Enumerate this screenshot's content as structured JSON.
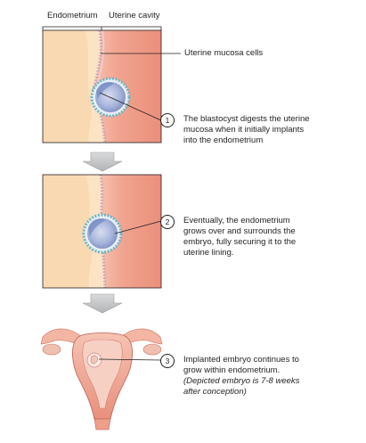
{
  "headers": {
    "endometrium": "Endometrium",
    "uterine_cavity": "Uterine cavity"
  },
  "labels": {
    "mucosa_cells": "Uterine mucosa cells",
    "step1": {
      "number": "1",
      "lines": [
        "The blastocyst digests the uterine",
        "mucosa when it initially implants",
        "into the endometrium"
      ]
    },
    "step2": {
      "number": "2",
      "lines": [
        "Eventually, the endometrium",
        "grows over and surrounds the",
        "embryo, fully securing it to the",
        "uterine lining."
      ]
    },
    "step3": {
      "number": "3",
      "lines": [
        "Implanted embryo continues to",
        "grow within endometrium."
      ],
      "italic_lines": [
        "(Depicted embryo is 7-8 weeks",
        "after conception)"
      ]
    }
  },
  "colors": {
    "endometrium": "#fbe2bf",
    "cavity": "#f0a08c",
    "mucosa": "#f7cfd0",
    "arrow": "#c6c7c9",
    "blastocyst": "#8fa3cf"
  },
  "icons": [
    "down-arrow-icon",
    "down-arrow-icon",
    "uterus-illustration",
    "embryo-icon",
    "blastocyst-icon"
  ]
}
